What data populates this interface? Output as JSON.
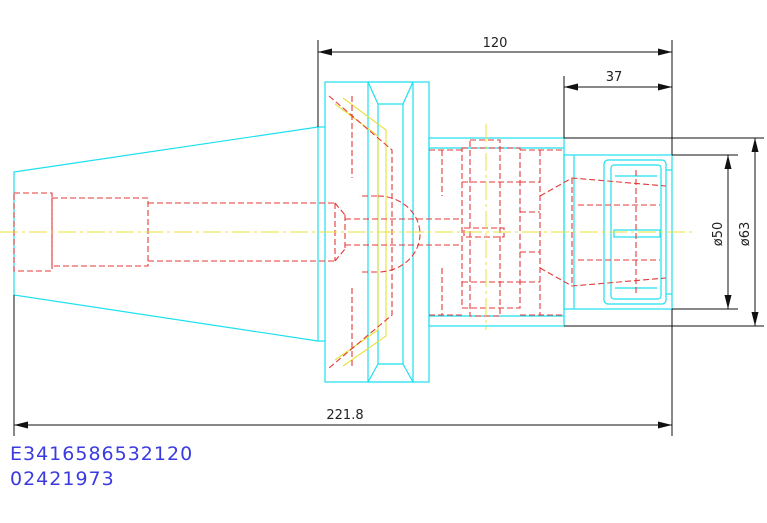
{
  "dimensions": {
    "overall_length": "221.8",
    "flange_to_end": "120",
    "nut_length": "37",
    "dia_small": "ø50",
    "dia_large": "ø63"
  },
  "part_codes": {
    "line1": "E3416586532120",
    "line2": "02421973"
  },
  "colors": {
    "outline": "#1ee0ee",
    "hidden": "#e43a3a",
    "centerline": "#e8e23a",
    "dimension": "#111111",
    "code_text": "#3a3ae0"
  }
}
